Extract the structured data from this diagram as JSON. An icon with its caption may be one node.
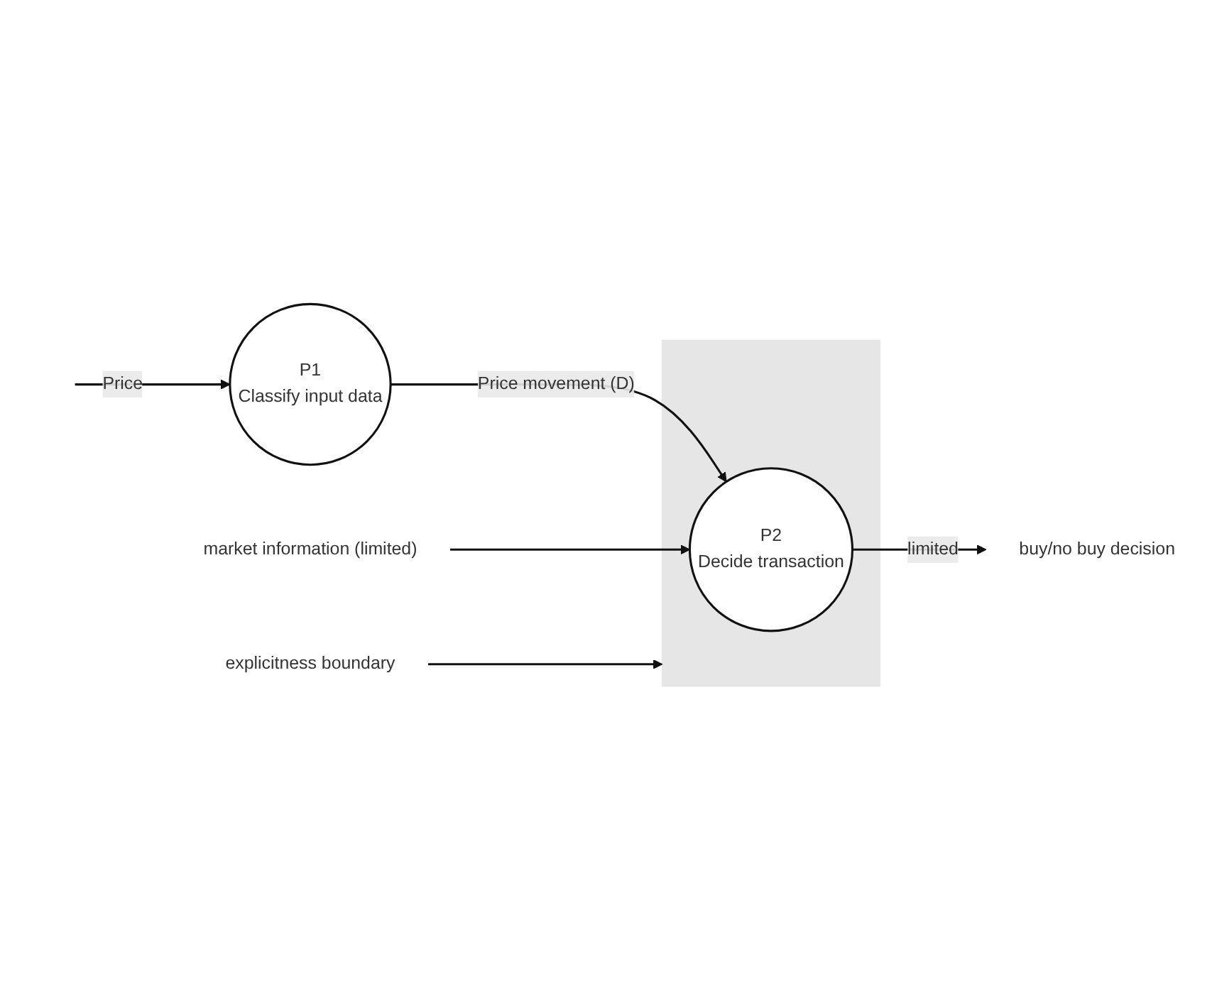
{
  "diagram": {
    "nodes": [
      {
        "text": [
          "P1",
          "Classify input data"
        ]
      },
      {
        "text": [],
        "shape": "box"
      },
      {
        "text": [
          "P2",
          "Decide transaction"
        ],
        "in": 1
      },
      {
        "text": [
          "buy/no buy decision"
        ]
      },
      {
        "text": [
          "market information (limited)"
        ]
      },
      {
        "text": [
          "explicitness boundary"
        ]
      }
    ],
    "edges": [
      {
        "from": null,
        "to": 0,
        "arrow": "to",
        "label": "Price"
      },
      {
        "from": 0,
        "to": 2,
        "arrow": "to",
        "label": "Price movement (D)"
      },
      {
        "from": 2,
        "to": 3,
        "arrow": "to",
        "label": "limited"
      },
      {
        "from": 4,
        "to": 2,
        "arrow": "to"
      },
      {
        "from": 5,
        "to": 1,
        "arrow": "to"
      }
    ]
  }
}
